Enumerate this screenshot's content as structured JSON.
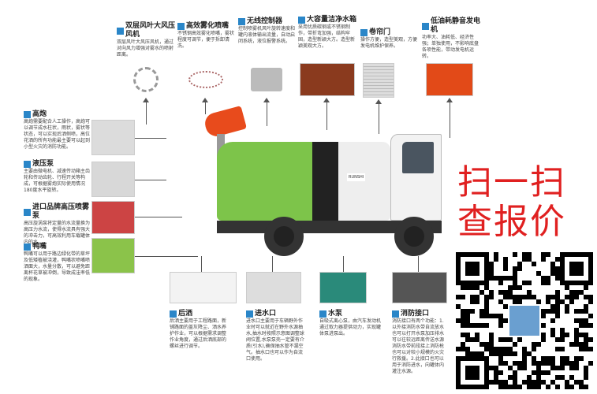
{
  "top": [
    {
      "title": "双层风叶大风压风机",
      "desc": "双层风叶大风压风机，通过对向风力增强对雾水的喷射距离。"
    },
    {
      "title": "高效雾化喷嘴",
      "desc": "不锈钢高效雾化喷嘴，雾状程度可调节，便于拆卸清洗。"
    },
    {
      "title": "无线控制器",
      "desc": "控制喷雾机风叶旋转速度和罐内液体输出流量，自动启闭系统，液位报警系统。"
    },
    {
      "title": "大容量洁净水箱",
      "desc": "采用优质碳钢或不锈钢制作，带折弯加强，结构牢固，造型新颖大方。造型新颖美观大方。"
    },
    {
      "title": "卷帘门",
      "desc": "操作方便，造型美观，方便发电机维护保养。"
    },
    {
      "title": "低油耗静音发电机",
      "desc": "功率大、油耗低、经济性强；单独使用，不影响底盘各项性能，带动发电机运转。"
    }
  ],
  "left": [
    {
      "title": "高炮",
      "desc": "高炮需要配合人工操作，高炮可以调节成水柱状，雨状，雾状等状态，可以实现后洒侧喷，高位花洒的所有功能最主要可以起到小型火灾的消防功能。"
    },
    {
      "title": "液压泵",
      "desc": "主要由微电机、减速传动箱主齿轮和传动齿轮、行程开关等构成，可根据雾炮实际使用情况180度水平旋转。"
    },
    {
      "title": "进口品牌高压喷雾泵",
      "desc": "高压旋涡泵将定量的水流量换为高压力水流，使得水流具有强大的冲击力，可高效利用车载罐体内的水。"
    },
    {
      "title": "鸭嘴",
      "desc": "鸭嘴可以用于路边绿化带的草坪及低矮植被浇灌，鸭嘴状喷嘴喷洒面大，水量分散，可以避免距离杯花草被冲倒，导致成洼率低的现象。"
    }
  ],
  "bottom": [
    {
      "title": "后洒",
      "desc": "后洒主要用于工程路面，新铺路面的盖灰降尘、洒水养护作业，可以根据需求调整作业角度，通过后洒底部的螺丝进行调节。"
    },
    {
      "title": "进水口",
      "desc": "进水口主要用于车辆野外作业时可以就近在野外水源抽水,抽水时按照示意图调整球阀位置,水泵泵壳一定要有介质(引水),确保抽水管不漏空气。抽水口也可以作为自流口使用。"
    },
    {
      "title": "水泵",
      "desc": "自吸式离心泵，由汽车发动机通过取力器提供动力，实现罐体泵进泵出。"
    },
    {
      "title": "消防接口",
      "desc": "消防接口有两个功能：1.以外接消防水带自流放水也可以打开水泵加压排水可以往较远距离传送水源消防水带前段接上消防枪也可以对较小规模的火灾行救援。2.此接口也可以用于消防进水，向罐体内灌注水源。"
    }
  ],
  "promo": {
    "line1": "扫一扫",
    "line2": "查报价"
  },
  "truck_badge": "RUNSHI"
}
